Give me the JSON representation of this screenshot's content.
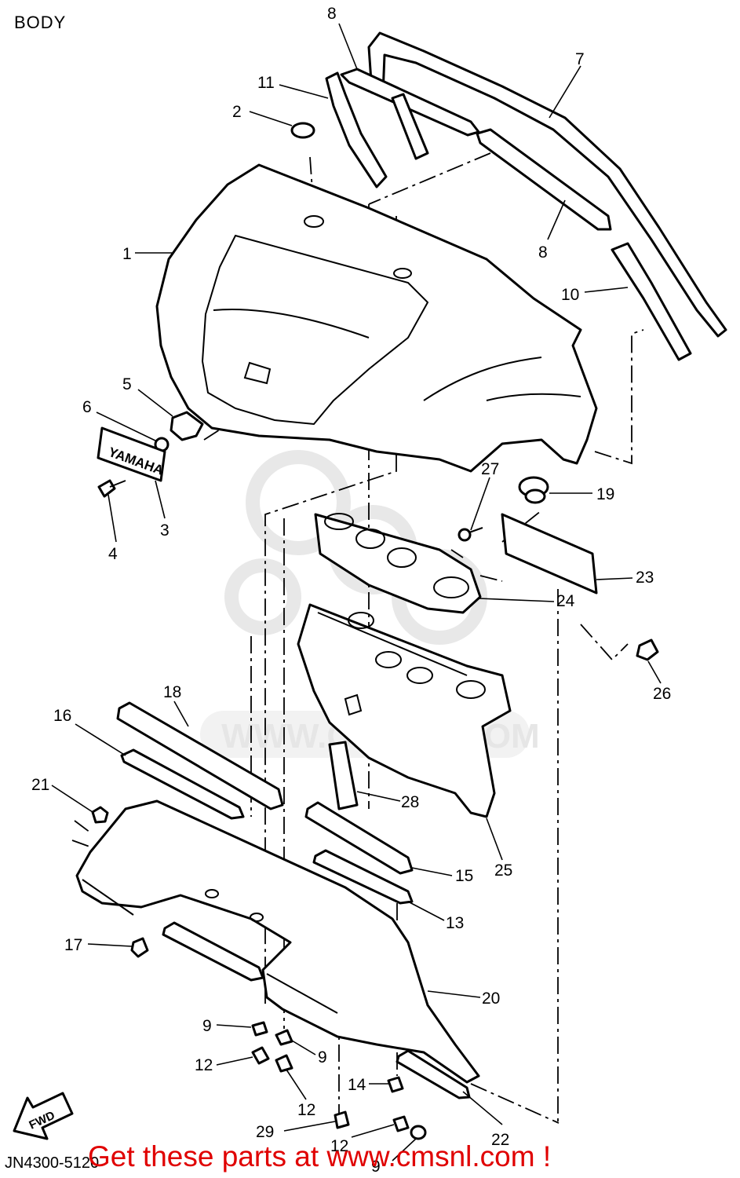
{
  "title": "BODY",
  "drawing_id": "JN4300-5120",
  "banner": "Get these parts at www.cmsnl.com !",
  "fwd_label": "FWD",
  "emblem_text": "YAMAHA",
  "watermark_text": "WWW.CMSNL.COM",
  "colors": {
    "banner": "#e00000",
    "line": "#000000",
    "watermark": "#e6e6e6"
  },
  "callouts": [
    {
      "id": "c8a",
      "label": "8"
    },
    {
      "id": "c7",
      "label": "7"
    },
    {
      "id": "c11",
      "label": "11"
    },
    {
      "id": "c2",
      "label": "2"
    },
    {
      "id": "c1",
      "label": "1"
    },
    {
      "id": "c8b",
      "label": "8"
    },
    {
      "id": "c10",
      "label": "10"
    },
    {
      "id": "c5",
      "label": "5"
    },
    {
      "id": "c6",
      "label": "6"
    },
    {
      "id": "c3",
      "label": "3"
    },
    {
      "id": "c4",
      "label": "4"
    },
    {
      "id": "c27",
      "label": "27"
    },
    {
      "id": "c19",
      "label": "19"
    },
    {
      "id": "c23",
      "label": "23"
    },
    {
      "id": "c24",
      "label": "24"
    },
    {
      "id": "c26",
      "label": "26"
    },
    {
      "id": "c18",
      "label": "18"
    },
    {
      "id": "c16",
      "label": "16"
    },
    {
      "id": "c21",
      "label": "21"
    },
    {
      "id": "c28",
      "label": "28"
    },
    {
      "id": "c25",
      "label": "25"
    },
    {
      "id": "c15",
      "label": "15"
    },
    {
      "id": "c13",
      "label": "13"
    },
    {
      "id": "c17",
      "label": "17"
    },
    {
      "id": "c20",
      "label": "20"
    },
    {
      "id": "c9a",
      "label": "9"
    },
    {
      "id": "c9b",
      "label": "9"
    },
    {
      "id": "c12a",
      "label": "12"
    },
    {
      "id": "c12b",
      "label": "12"
    },
    {
      "id": "c14",
      "label": "14"
    },
    {
      "id": "c29",
      "label": "29"
    },
    {
      "id": "c12c",
      "label": "12"
    },
    {
      "id": "c22",
      "label": "22"
    },
    {
      "id": "c9c",
      "label": "9"
    }
  ]
}
